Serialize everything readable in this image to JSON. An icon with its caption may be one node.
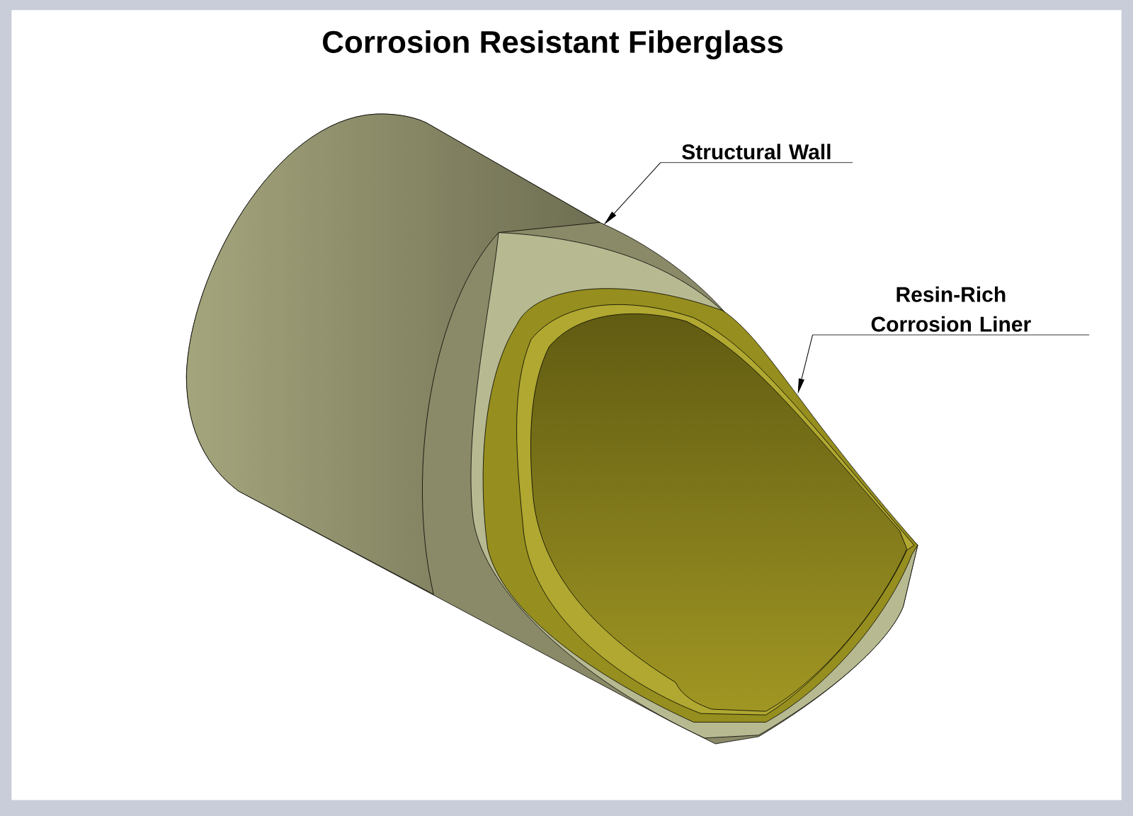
{
  "diagram": {
    "title": "Corrosion Resistant Fiberglass",
    "nodes": [
      {
        "text": [
          "Structural Wall"
        ]
      },
      {
        "text": [
          "Resin-Rich Corrosion Liner"
        ]
      },
      {
        "text": [],
        "shape": "picture"
      },
      {
        "text": [],
        "shape": "picture",
        "in": 2
      }
    ],
    "edges": [
      {
        "from": 0,
        "to": 2,
        "arrow": "to"
      },
      {
        "from": 1,
        "to": 3,
        "arrow": "to"
      }
    ]
  }
}
